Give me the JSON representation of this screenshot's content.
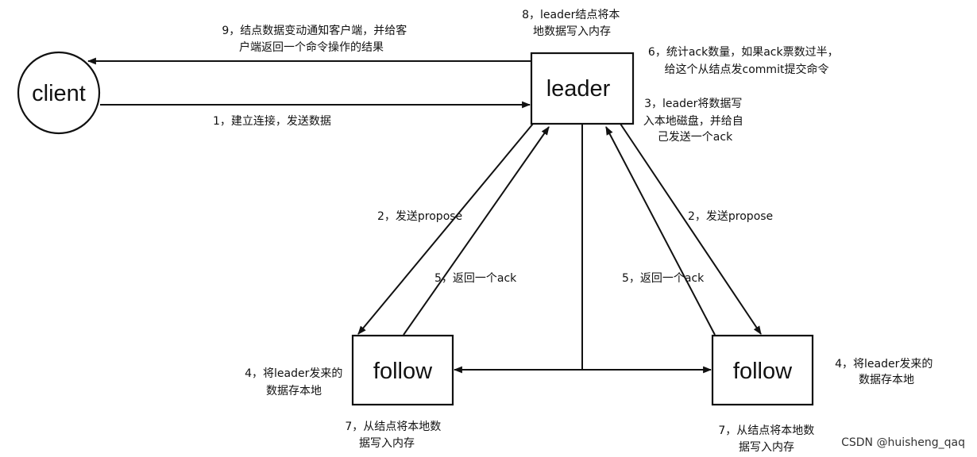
{
  "nodes": {
    "client": "client",
    "leader": "leader",
    "follow_left": "follow",
    "follow_right": "follow"
  },
  "annotations": {
    "step1": "1，建立连接，发送数据",
    "step2_left": "2，发送propose",
    "step2_right": "2，发送propose",
    "step3": [
      "3，leader将数据写",
      "入本地磁盘，并给自",
      "己发送一个ack"
    ],
    "step4_left": [
      "4，将leader发来的",
      "数据存本地"
    ],
    "step4_right": [
      "4，将leader发来的",
      "数据存本地"
    ],
    "step5_left": "5，返回一个ack",
    "step5_right": "5，返回一个ack",
    "step6": [
      "6，统计ack数量，如果ack票数过半，",
      "给这个从结点发commit提交命令"
    ],
    "step7_left": [
      "7，从结点将本地数",
      "据写入内存"
    ],
    "step7_right": [
      "7，从结点将本地数",
      "据写入内存"
    ],
    "step8": [
      "8，leader结点将本",
      "地数据写入内存"
    ],
    "step9": [
      "9，结点数据变动通知客户端，并给客",
      "户端返回一个命令操作的结果"
    ]
  },
  "watermark": "CSDN @huisheng_qaq"
}
